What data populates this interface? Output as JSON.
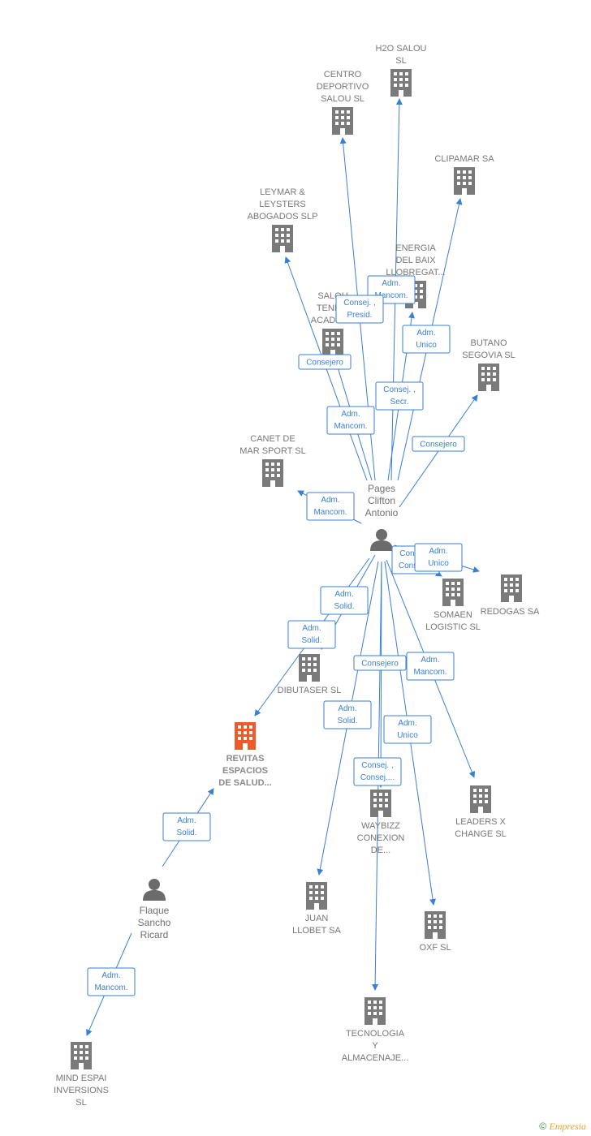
{
  "colors": {
    "edge": "#3a7fd5",
    "company": "#7a7a7a",
    "main_company": "#f0592a",
    "person": "#6b6b6b"
  },
  "nodes": [
    {
      "id": "h2o",
      "type": "company",
      "lines": [
        "H2O SALOU",
        "SL"
      ]
    },
    {
      "id": "centro",
      "type": "company",
      "lines": [
        "CENTRO",
        "DEPORTIVO",
        "SALOU  SL"
      ]
    },
    {
      "id": "clipamar",
      "type": "company",
      "lines": [
        "CLIPAMAR SA"
      ]
    },
    {
      "id": "leymar",
      "type": "company",
      "lines": [
        "LEYMAR &",
        "LEYSTERS",
        "ABOGADOS  SLP"
      ]
    },
    {
      "id": "energia",
      "type": "company",
      "lines": [
        "ENERGIA",
        "DEL BAIX",
        "LLOBREGAT..."
      ]
    },
    {
      "id": "salou",
      "type": "company",
      "lines": [
        "SALOU",
        "TENNIS",
        "ACADEMY"
      ]
    },
    {
      "id": "butano",
      "type": "company",
      "lines": [
        "BUTANO",
        "SEGOVIA  SL"
      ]
    },
    {
      "id": "canet",
      "type": "company",
      "lines": [
        "CANET DE",
        "MAR SPORT SL"
      ]
    },
    {
      "id": "pages",
      "type": "person",
      "lines": [
        "Pages",
        "Clifton",
        "Antonio"
      ]
    },
    {
      "id": "somaen",
      "type": "company",
      "lines": [
        "SOMAEN",
        "LOGISTIC SL"
      ]
    },
    {
      "id": "redogas",
      "type": "company",
      "lines": [
        "REDOGAS SA"
      ]
    },
    {
      "id": "dibutaser",
      "type": "company",
      "lines": [
        "DIBUTASER SL"
      ]
    },
    {
      "id": "revitas",
      "type": "main",
      "lines": [
        "REVITAS",
        "ESPACIOS",
        "DE SALUD..."
      ]
    },
    {
      "id": "leaders",
      "type": "company",
      "lines": [
        "LEADERS X",
        "CHANGE SL"
      ]
    },
    {
      "id": "waybizz",
      "type": "company",
      "lines": [
        "WAYBIZZ",
        "CONEXION",
        "DE..."
      ]
    },
    {
      "id": "flaque",
      "type": "person",
      "lines": [
        "Flaque",
        "Sancho",
        "Ricard"
      ]
    },
    {
      "id": "juan",
      "type": "company",
      "lines": [
        "JUAN",
        "LLOBET SA"
      ]
    },
    {
      "id": "oxf",
      "type": "company",
      "lines": [
        "OXF SL"
      ]
    },
    {
      "id": "tecnologia",
      "type": "company",
      "lines": [
        "TECNOLOGIA",
        "Y",
        "ALMACENAJE..."
      ]
    },
    {
      "id": "mind",
      "type": "company",
      "lines": [
        "MIND ESPAI",
        "INVERSIONS",
        "SL"
      ]
    }
  ],
  "edges": [
    {
      "from": "pages",
      "to": "h2o",
      "label": [
        "Adm.",
        "Mancom."
      ]
    },
    {
      "from": "pages",
      "to": "centro",
      "label": [
        "Consej. ,",
        "Presid."
      ]
    },
    {
      "from": "pages",
      "to": "clipamar",
      "label": [
        "Adm.",
        "Unico"
      ]
    },
    {
      "from": "pages",
      "to": "leymar",
      "label": [
        "Consejero"
      ]
    },
    {
      "from": "pages",
      "to": "energia",
      "label": [
        "Consej. ,",
        "Secr."
      ]
    },
    {
      "from": "pages",
      "to": "salou",
      "label": [
        "Adm.",
        "Mancom."
      ]
    },
    {
      "from": "pages",
      "to": "butano",
      "label": [
        "Consejero"
      ]
    },
    {
      "from": "pages",
      "to": "canet",
      "label": [
        "Adm.",
        "Mancom."
      ]
    },
    {
      "from": "pages",
      "to": "somaen",
      "label": [
        "Consej. ,",
        "Consej...."
      ]
    },
    {
      "from": "pages",
      "to": "redogas",
      "label": [
        "Adm.",
        "Unico"
      ]
    },
    {
      "from": "pages",
      "to": "dibutaser",
      "label": [
        "Adm.",
        "Solid."
      ]
    },
    {
      "from": "pages",
      "to": "revitas",
      "label": [
        "Adm.",
        "Solid."
      ]
    },
    {
      "from": "pages",
      "to": "leaders",
      "label": [
        "Adm.",
        "Mancom."
      ]
    },
    {
      "from": "pages",
      "to": "waybizz",
      "label": [
        "Consejero"
      ]
    },
    {
      "from": "pages",
      "to": "juan",
      "label": [
        "Adm.",
        "Solid."
      ]
    },
    {
      "from": "pages",
      "to": "oxf",
      "label": [
        "Adm.",
        "Unico"
      ]
    },
    {
      "from": "pages",
      "to": "tecnologia",
      "label": [
        "Consej. ,",
        "Consej...."
      ]
    },
    {
      "from": "flaque",
      "to": "revitas",
      "label": [
        "Adm.",
        "Solid."
      ]
    },
    {
      "from": "flaque",
      "to": "mind",
      "label": [
        "Adm.",
        "Mancom."
      ]
    }
  ],
  "footer": {
    "copyright_symbol": "©",
    "brand": "Empresia"
  }
}
